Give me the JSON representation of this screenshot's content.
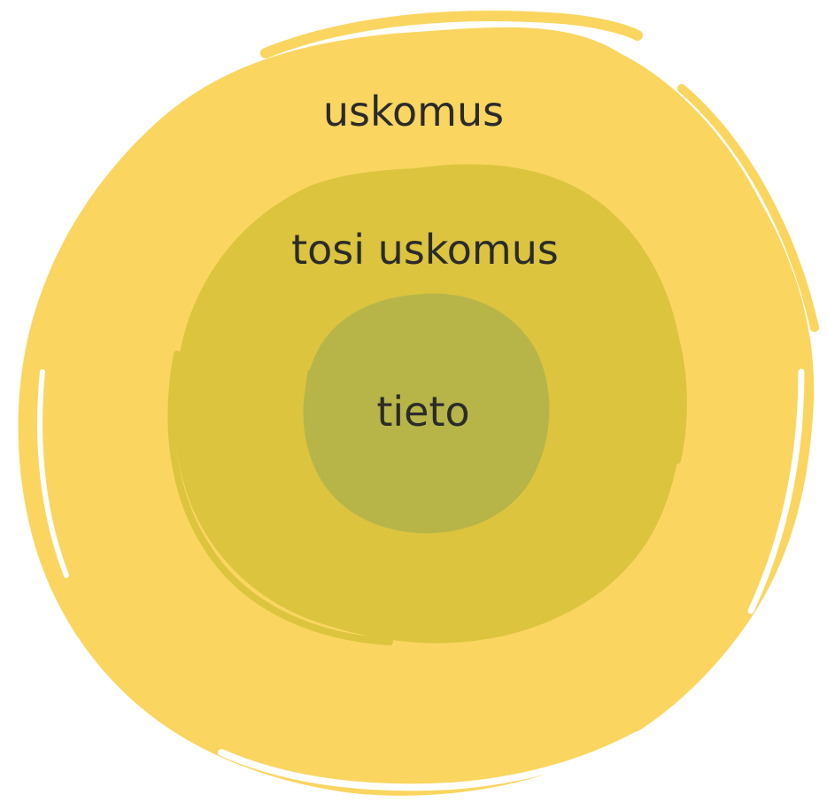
{
  "diagram": {
    "outer": {
      "label": "uskomus",
      "color": "#FAD660"
    },
    "middle": {
      "label": "tosi uskomus",
      "color": "#DCC43E"
    },
    "inner": {
      "label": "tieto",
      "color": "#B7B548"
    },
    "text_color": "#2B2B2B"
  }
}
